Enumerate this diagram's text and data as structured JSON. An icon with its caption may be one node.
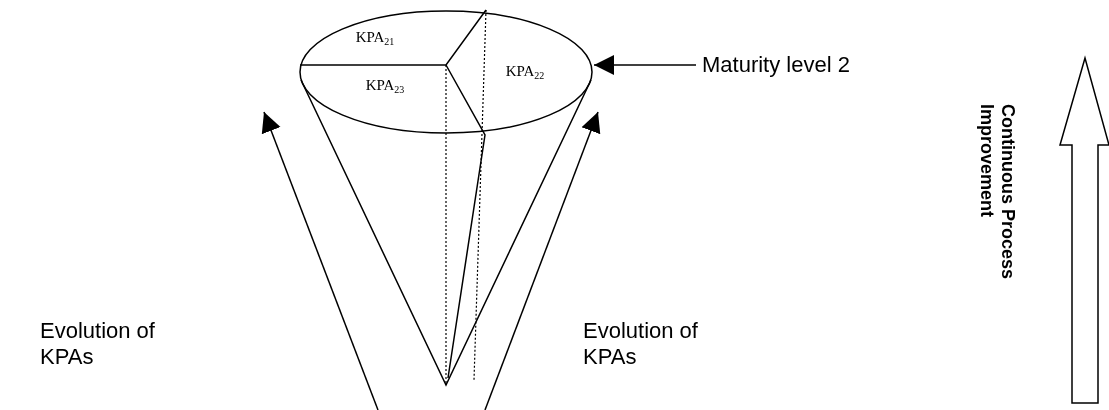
{
  "diagram": {
    "nodes": [
      {
        "text": [
          "KPA$_{21}$",
          "KPA$_{22}$",
          "KPA$_{23}$"
        ]
      },
      {
        "text": [
          "Maturity level 2"
        ]
      }
    ],
    "edges": [
      {
        "from": 1,
        "to": 0,
        "arrow": "to"
      }
    ],
    "labels": [
      "Evolution of KPAs",
      "Evolution of KPAs",
      "Continuous Process Improvement"
    ]
  }
}
